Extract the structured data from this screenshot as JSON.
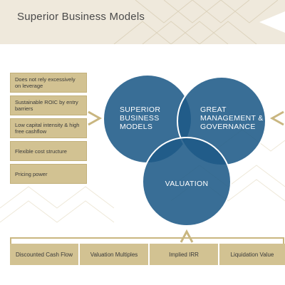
{
  "header": {
    "title": "Superior Business Models"
  },
  "left_items": [
    "Does not rely excessively on leverage",
    "Sustainable ROIC by entry barriers",
    "Low capital intensity & high free cashflow",
    "Flexible cost structure",
    "Pricing power"
  ],
  "circles": {
    "top_left": "SUPERIOR BUSINESS MODELS",
    "top_right": "GREAT MANAGEMENT & GOVERNANCE",
    "bottom": "VALUATION"
  },
  "bottom_items": [
    "Discounted Cash Flow",
    "Valuation Multiples",
    "Implied IRR",
    "Liquidation Value"
  ],
  "colors": {
    "circle": "#1e5a87",
    "box": "#d2c292",
    "header_bg": "#efe9dc",
    "connector": "#c9b680"
  }
}
